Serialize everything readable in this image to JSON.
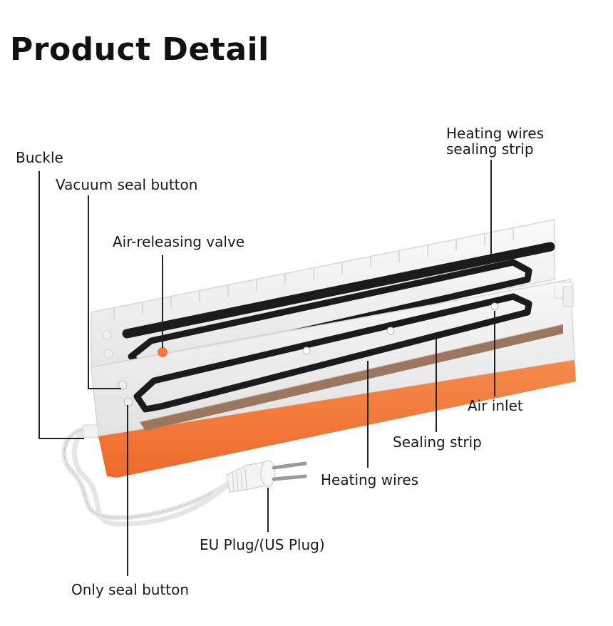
{
  "title": "Product Detail",
  "labels": {
    "heating_wires_sealing_strip": [
      "Heating wires",
      "sealing strip"
    ],
    "buckle": "Buckle",
    "vacuum_seal_button": "Vacuum seal button",
    "air_releasing_valve": "Air-releasing valve",
    "air_inlet": "Air inlet",
    "sealing_strip": "Sealing strip",
    "heating_wires": "Heating wires",
    "eu_plug": "EU Plug/(US Plug)",
    "only_seal_button": "Only seal button"
  },
  "colors": {
    "accent_orange": "#f2793a",
    "gasket_black": "#1b1b1b",
    "sealing_strip_brown": "#9b7760",
    "body_white": "#f4f4f4",
    "leader_line": "#222222"
  },
  "icons": {
    "device": "vacuum-sealer-illustration",
    "plug": "eu-plug-icon"
  }
}
